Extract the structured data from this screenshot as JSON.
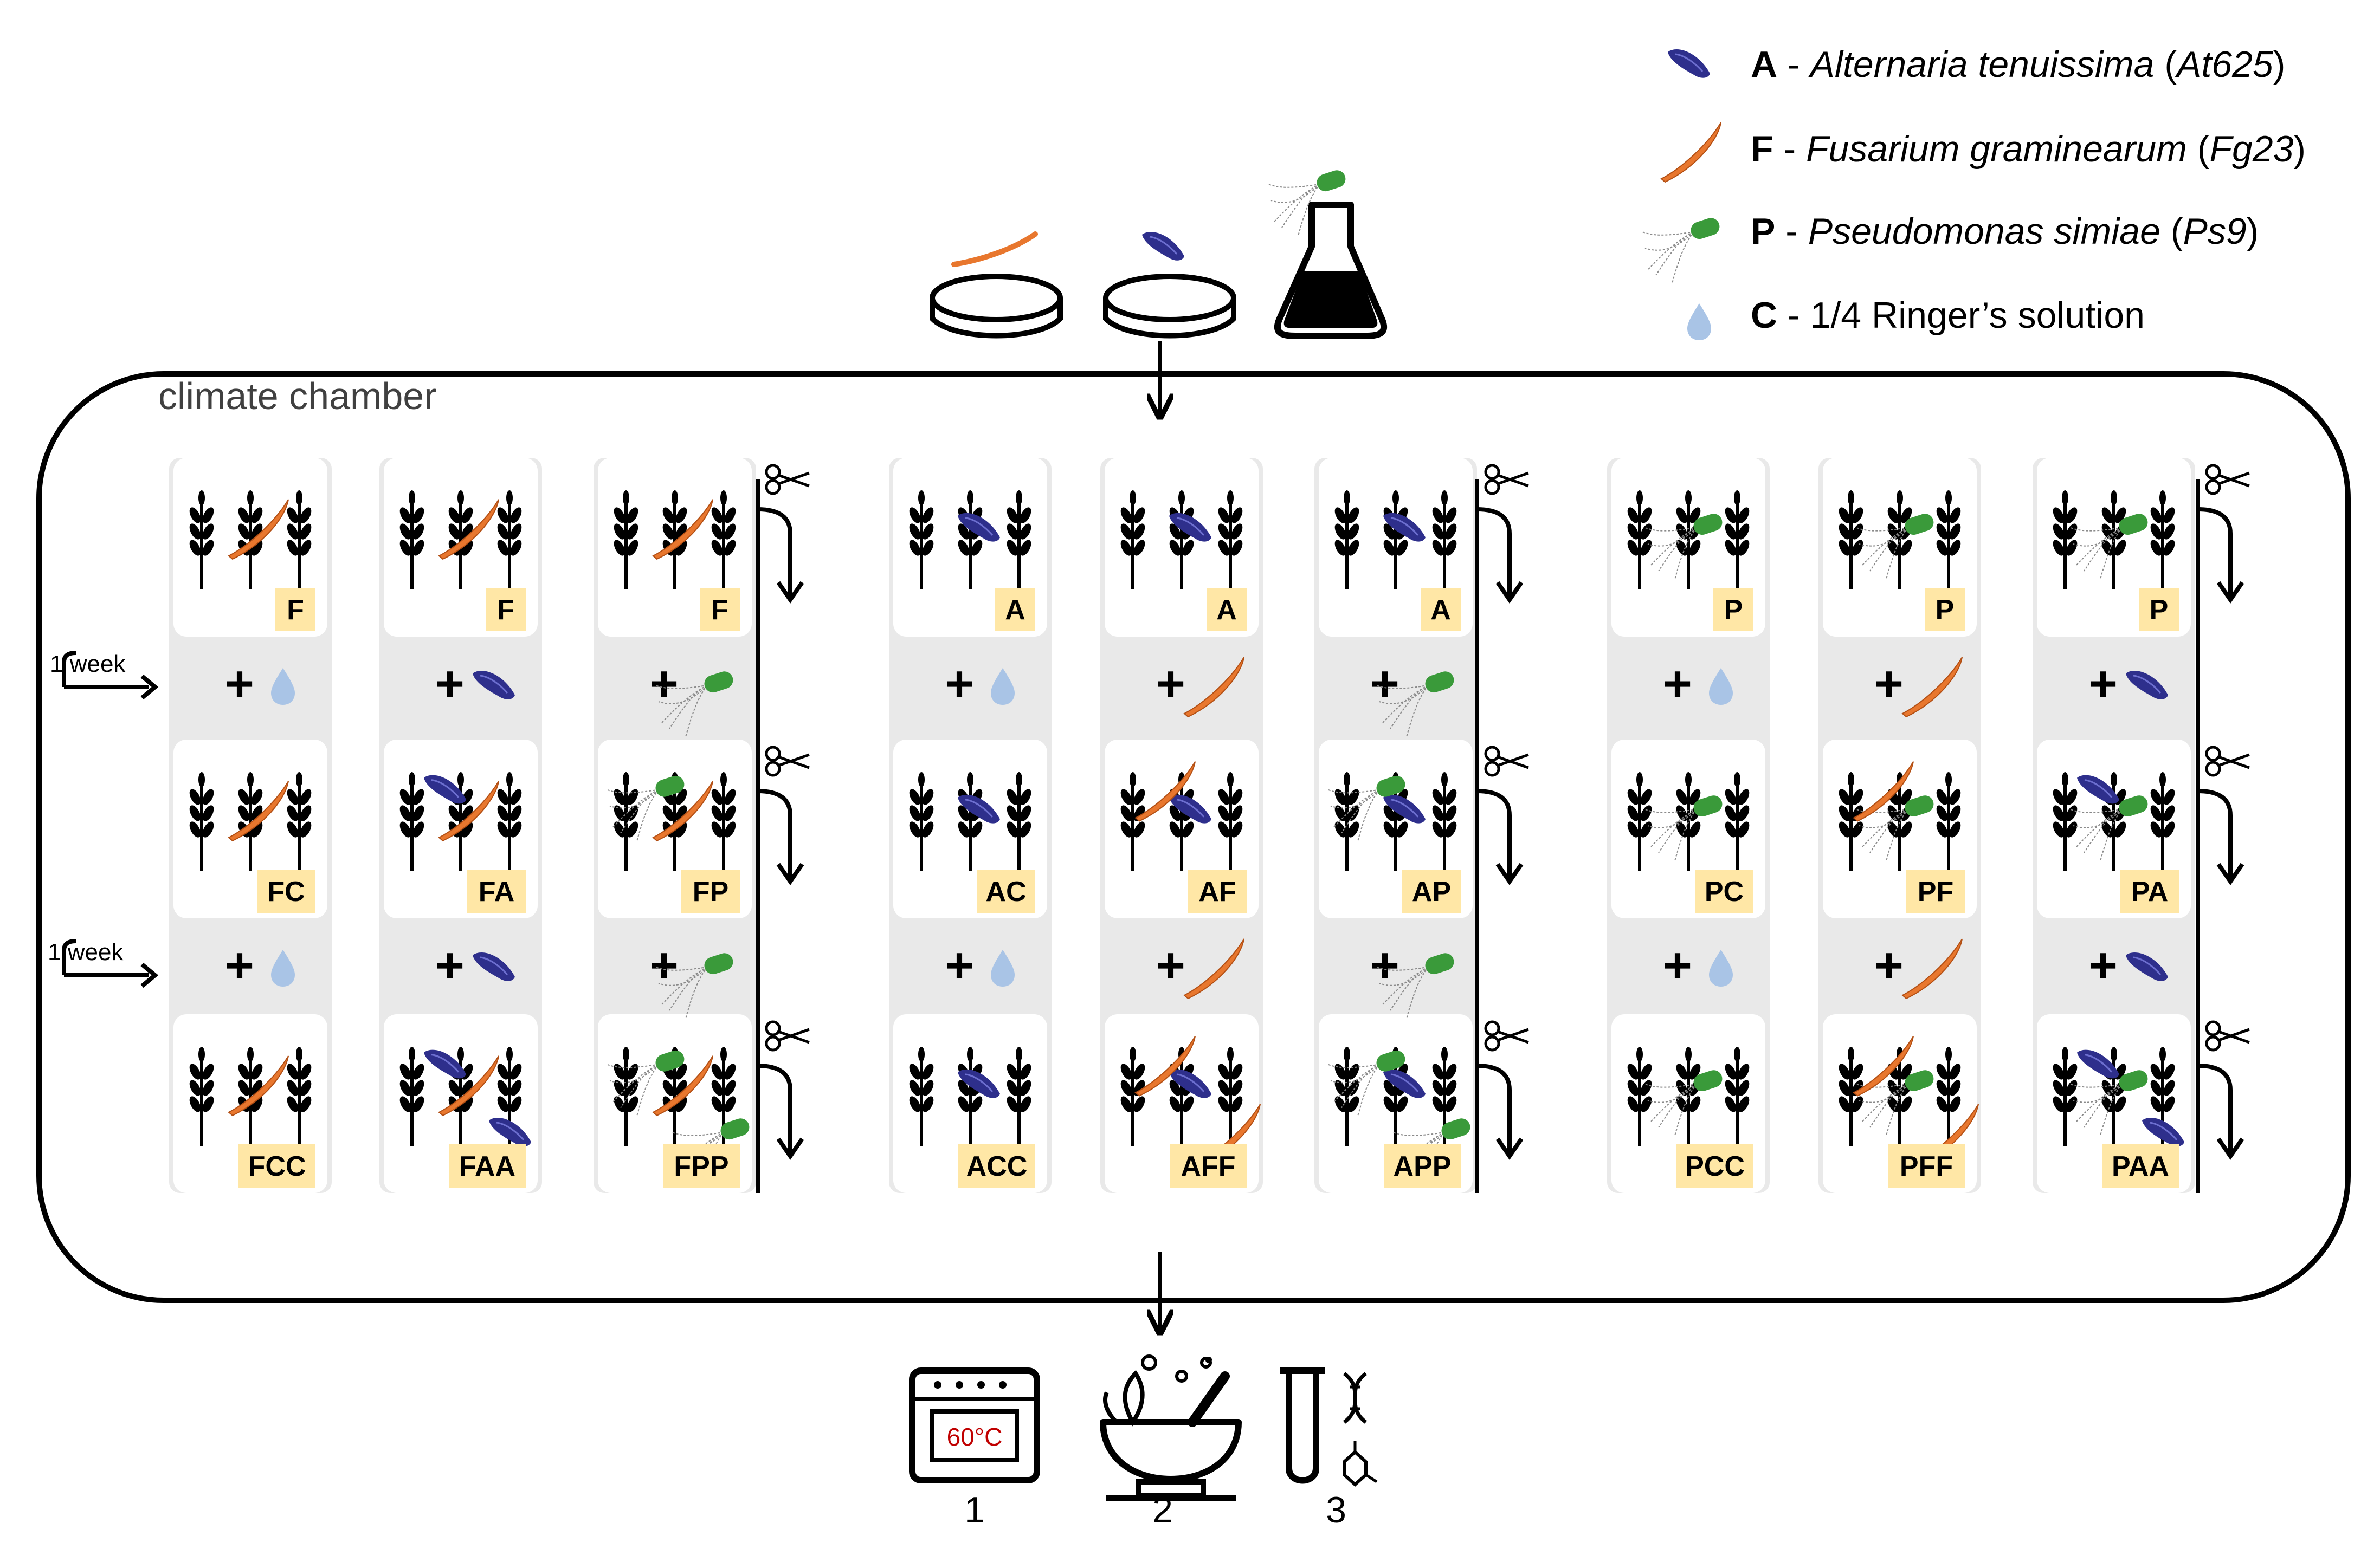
{
  "legend": [
    {
      "letter": "A",
      "sep": " - ",
      "name": "Alternaria tenuissima",
      "open": " (",
      "code": "At625",
      "close": ")",
      "icon": "alternaria-spore-icon"
    },
    {
      "letter": "F",
      "sep": " - ",
      "name": "Fusarium graminearum",
      "open": " (",
      "code": "Fg23",
      "close": ")",
      "icon": "fusarium-spore-icon"
    },
    {
      "letter": "P",
      "sep": " - ",
      "name": "Pseudomonas simiae",
      "open": " (",
      "code": "Ps9",
      "close": ")",
      "icon": "pseudomonas-bacterium-icon"
    },
    {
      "letter": "C",
      "sep": " - ",
      "name": "1/4 Ringer’s  solution",
      "icon": "water-drop-icon"
    }
  ],
  "chamber_label": "climate chamber",
  "week_labels": [
    "1 week",
    "1 week"
  ],
  "plus": "+",
  "groups": [
    {
      "columns": [
        {
          "labels": [
            "F",
            "FC",
            "FCC"
          ],
          "add": "C",
          "top": [
            "F"
          ],
          "mid": [
            "F"
          ],
          "bot": [
            "F"
          ]
        },
        {
          "labels": [
            "F",
            "FA",
            "FAA"
          ],
          "add": "A",
          "top": [
            "F"
          ],
          "mid": [
            "F",
            "A"
          ],
          "bot": [
            "F",
            "A",
            "A"
          ]
        },
        {
          "labels": [
            "F",
            "FP",
            "FPP"
          ],
          "add": "P",
          "top": [
            "F"
          ],
          "mid": [
            "F",
            "P"
          ],
          "bot": [
            "F",
            "P",
            "P"
          ]
        }
      ]
    },
    {
      "columns": [
        {
          "labels": [
            "A",
            "AC",
            "ACC"
          ],
          "add": "C",
          "top": [
            "A"
          ],
          "mid": [
            "A"
          ],
          "bot": [
            "A"
          ]
        },
        {
          "labels": [
            "A",
            "AF",
            "AFF"
          ],
          "add": "F",
          "top": [
            "A"
          ],
          "mid": [
            "A",
            "F"
          ],
          "bot": [
            "A",
            "F",
            "F"
          ]
        },
        {
          "labels": [
            "A",
            "AP",
            "APP"
          ],
          "add": "P",
          "top": [
            "A"
          ],
          "mid": [
            "A",
            "P"
          ],
          "bot": [
            "A",
            "P",
            "P"
          ]
        }
      ]
    },
    {
      "columns": [
        {
          "labels": [
            "P",
            "PC",
            "PCC"
          ],
          "add": "C",
          "top": [
            "P"
          ],
          "mid": [
            "P"
          ],
          "bot": [
            "P"
          ]
        },
        {
          "labels": [
            "P",
            "PF",
            "PFF"
          ],
          "add": "F",
          "top": [
            "P"
          ],
          "mid": [
            "P",
            "F"
          ],
          "bot": [
            "P",
            "F",
            "F"
          ]
        },
        {
          "labels": [
            "P",
            "PA",
            "PAA"
          ],
          "add": "A",
          "top": [
            "P"
          ],
          "mid": [
            "P",
            "A"
          ],
          "bot": [
            "P",
            "A",
            "A"
          ]
        }
      ]
    }
  ],
  "oven_text": "60°C",
  "steps": [
    "1",
    "2",
    "3"
  ],
  "colors": {
    "alternaria": "#2e2f8c",
    "fusarium": "#e8772e",
    "pseudomonas": "#3a9a3a",
    "drop": "#a9c4e6",
    "label_bg": "#ffe7a6",
    "panel_bg": "#e9e9e9",
    "oven_text": "#c00000"
  }
}
